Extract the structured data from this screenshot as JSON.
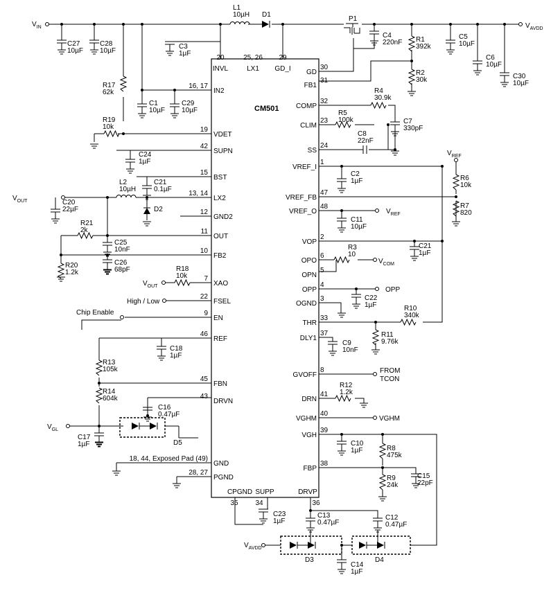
{
  "chip": {
    "name": "CM501",
    "top_pins": [
      {
        "num": "20",
        "name": "INVL"
      },
      {
        "num": "25, 26",
        "name": "LX1"
      },
      {
        "num": "29",
        "name": "GD_I"
      }
    ],
    "left_pins": [
      {
        "num": "16, 17",
        "name": "IN2"
      },
      {
        "num": "19",
        "name": "VDET"
      },
      {
        "num": "42",
        "name": "SUPN"
      },
      {
        "num": "15",
        "name": "BST"
      },
      {
        "num": "13, 14",
        "name": "LX2"
      },
      {
        "num": "12",
        "name": "GND2"
      },
      {
        "num": "11",
        "name": "OUT"
      },
      {
        "num": "10",
        "name": "FB2"
      },
      {
        "num": "7",
        "name": "XAO"
      },
      {
        "num": "22",
        "name": "FSEL"
      },
      {
        "num": "9",
        "name": "EN"
      },
      {
        "num": "46",
        "name": "REF"
      },
      {
        "num": "45",
        "name": "FBN"
      },
      {
        "num": "43",
        "name": "DRVN"
      },
      {
        "num": "18, 44, Exposed Pad (49)",
        "name": "GND"
      },
      {
        "num": "28, 27",
        "name": "PGND"
      }
    ],
    "right_pins": [
      {
        "num": "30",
        "name": "GD"
      },
      {
        "num": "31",
        "name": "FB1"
      },
      {
        "num": "32",
        "name": "COMP"
      },
      {
        "num": "23",
        "name": "CLIM"
      },
      {
        "num": "24",
        "name": "SS"
      },
      {
        "num": "1",
        "name": "VREF_I"
      },
      {
        "num": "47",
        "name": "VREF_FB"
      },
      {
        "num": "48",
        "name": "VREF_O"
      },
      {
        "num": "2",
        "name": "VOP"
      },
      {
        "num": "6",
        "name": "OPO"
      },
      {
        "num": "5",
        "name": "OPN"
      },
      {
        "num": "4",
        "name": "OPP"
      },
      {
        "num": "3",
        "name": "OGND"
      },
      {
        "num": "33",
        "name": "THR"
      },
      {
        "num": "37",
        "name": "DLY1"
      },
      {
        "num": "8",
        "name": "GVOFF"
      },
      {
        "num": "41",
        "name": "DRN"
      },
      {
        "num": "40",
        "name": "VGHM"
      },
      {
        "num": "39",
        "name": "VGH"
      },
      {
        "num": "38",
        "name": "FBP"
      }
    ],
    "bottom_pins": [
      {
        "num": "35",
        "name": "CPGND"
      },
      {
        "num": "34",
        "name": "SUPP"
      },
      {
        "num": "36",
        "name": "DRVP"
      }
    ]
  },
  "components": [
    {
      "ref": "L1",
      "value": "10µH"
    },
    {
      "ref": "D1",
      "value": ""
    },
    {
      "ref": "P1",
      "value": ""
    },
    {
      "ref": "C4",
      "value": "220nF"
    },
    {
      "ref": "R1",
      "value": "392k"
    },
    {
      "ref": "C5",
      "value": "10µF"
    },
    {
      "ref": "C6",
      "value": "10µF"
    },
    {
      "ref": "C30",
      "value": "10µF"
    },
    {
      "ref": "R2",
      "value": "30k"
    },
    {
      "ref": "C27",
      "value": "10µF"
    },
    {
      "ref": "C28",
      "value": "10µF"
    },
    {
      "ref": "C3",
      "value": "1µF"
    },
    {
      "ref": "R17",
      "value": "62k"
    },
    {
      "ref": "C1",
      "value": "10µF"
    },
    {
      "ref": "C29",
      "value": "10µF"
    },
    {
      "ref": "R19",
      "value": "10k"
    },
    {
      "ref": "C24",
      "value": "1µF"
    },
    {
      "ref": "L2",
      "value": "10µH"
    },
    {
      "ref": "C21",
      "value": "0.1µF"
    },
    {
      "ref": "D2",
      "value": ""
    },
    {
      "ref": "C20",
      "value": "22µF"
    },
    {
      "ref": "R21",
      "value": "2k"
    },
    {
      "ref": "C25",
      "value": "10nF"
    },
    {
      "ref": "R20",
      "value": "1.2k"
    },
    {
      "ref": "C26",
      "value": "68pF"
    },
    {
      "ref": "R18",
      "value": "10k"
    },
    {
      "ref": "C18",
      "value": "1µF"
    },
    {
      "ref": "R13",
      "value": "105k"
    },
    {
      "ref": "R14",
      "value": "604k"
    },
    {
      "ref": "C16",
      "value": "0.47µF"
    },
    {
      "ref": "C17",
      "value": "1µF"
    },
    {
      "ref": "D5",
      "value": ""
    },
    {
      "ref": "R4",
      "value": "30.9k"
    },
    {
      "ref": "C7",
      "value": "330pF"
    },
    {
      "ref": "R5",
      "value": "100k"
    },
    {
      "ref": "C8",
      "value": "22nF"
    },
    {
      "ref": "C2",
      "value": "1µF"
    },
    {
      "ref": "R6",
      "value": "10k"
    },
    {
      "ref": "R7",
      "value": "820"
    },
    {
      "ref": "C11",
      "value": "10µF"
    },
    {
      "ref": "C21",
      "value": "1µF"
    },
    {
      "ref": "R3",
      "value": "10"
    },
    {
      "ref": "C22",
      "value": "1µF"
    },
    {
      "ref": "R10",
      "value": "340k"
    },
    {
      "ref": "R11",
      "value": "9.76k"
    },
    {
      "ref": "C9",
      "value": "10nF"
    },
    {
      "ref": "R12",
      "value": "1.2k"
    },
    {
      "ref": "C10",
      "value": "1µF"
    },
    {
      "ref": "R8",
      "value": "475k"
    },
    {
      "ref": "R9",
      "value": "24k"
    },
    {
      "ref": "C15",
      "value": "22pF"
    },
    {
      "ref": "C23",
      "value": "1µF"
    },
    {
      "ref": "C13",
      "value": "0.47µF"
    },
    {
      "ref": "C12",
      "value": "0.47µF"
    },
    {
      "ref": "D3",
      "value": ""
    },
    {
      "ref": "D4",
      "value": ""
    },
    {
      "ref": "C14",
      "value": "1µF"
    }
  ],
  "nets": {
    "vin": "V",
    "vin_sub": "IN",
    "vavdd": "V",
    "vavdd_sub": "AVDD",
    "vout": "V",
    "vout_sub": "OUT",
    "vgl": "V",
    "vgl_sub": "GL",
    "vref": "V",
    "vref_sub": "REF",
    "vcom": "V",
    "vcom_sub": "COM",
    "opp": "OPP",
    "vghm": "VGHM",
    "from_tcon_1": "FROM",
    "from_tcon_2": "TCON",
    "chip_enable": "Chip Enable",
    "high_low": "High / Low"
  }
}
